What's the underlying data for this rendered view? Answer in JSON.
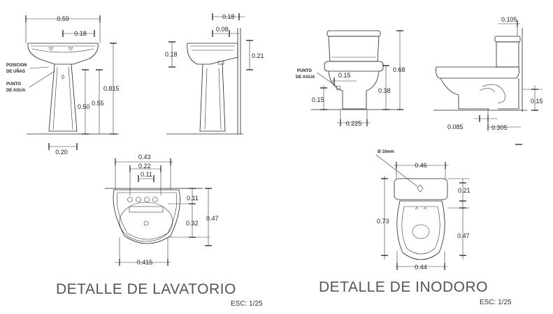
{
  "lavatorio": {
    "title": "DETALLE DE LAVATORIO",
    "scale": "ESC: 1/25",
    "front": {
      "width": "0.59",
      "offset": "0.18",
      "base": "0.20",
      "h1": "0.50",
      "h2": "0.55",
      "h3": "0.815",
      "label_posicion_1": "POSICION",
      "label_posicion_2": "DE UÑAS",
      "label_punto_1": "PUNTO",
      "label_punto_2": "DE AGUA"
    },
    "side": {
      "top1": "0.18",
      "top2": "0.08",
      "left": "0.18",
      "right": "0.21"
    },
    "plan": {
      "d1": "0.43",
      "d2": "0.22",
      "d3": "0.11",
      "r1": "0.11",
      "r2": "0.32",
      "r3": "0.47",
      "bottom": "0.415"
    }
  },
  "inodoro": {
    "title": "DETALLE DE INODORO",
    "scale": "ESC: 1/25",
    "front": {
      "label_punto_1": "PUNTO",
      "label_punto_2": "DE AGUA",
      "inner": "0.15",
      "left": "0.15",
      "h1": "0.38",
      "h2": "0.68",
      "base": "0.225"
    },
    "side": {
      "top": "0.105",
      "right": "0.15",
      "b1": "0.085",
      "b2": "0.305"
    },
    "plan": {
      "label": "Ø 10mm",
      "top": "0.46",
      "r1": "0.21",
      "r2": "0.47",
      "left": "0.73",
      "bottom": "0.44"
    }
  }
}
